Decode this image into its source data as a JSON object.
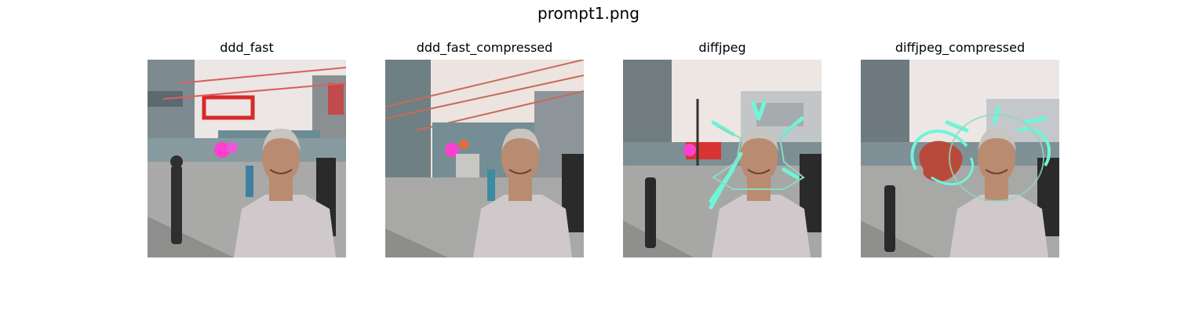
{
  "figure": {
    "title": "prompt1.png"
  },
  "panels": [
    {
      "title": "ddd_fast",
      "variant": "blurry-signs",
      "neon": false
    },
    {
      "title": "ddd_fast_compressed",
      "variant": "wires",
      "neon": false
    },
    {
      "title": "diffjpeg",
      "variant": "neon-star",
      "neon": true
    },
    {
      "title": "diffjpeg_compressed",
      "variant": "neon-swirl",
      "neon": true
    }
  ],
  "colors": {
    "sky": "#ece6e4",
    "road": "#a9a9a7",
    "shirt": "#cfc9cc",
    "skin": "#b98c72",
    "hair": "#c8c4c0",
    "neon_cyan": "#6ff5d8",
    "neon_pink": "#ff3fd0",
    "sign_red": "#d82a2a"
  }
}
